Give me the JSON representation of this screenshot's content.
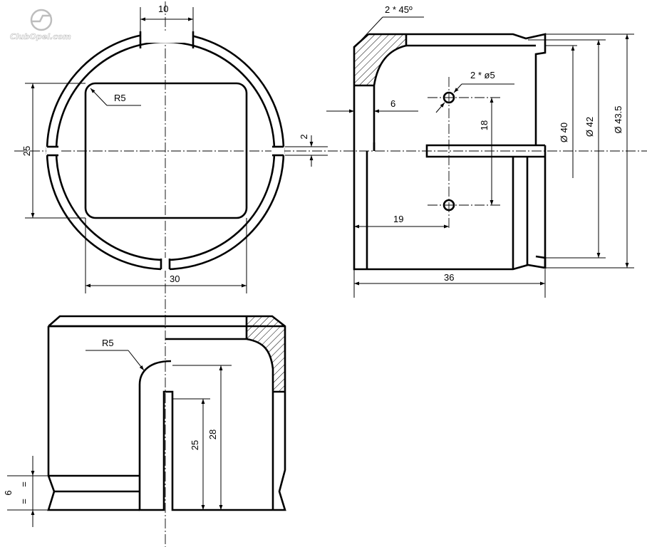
{
  "watermark": {
    "text": "ClubOpel.com"
  },
  "views": {
    "front": {
      "labels": {
        "top_width": "10",
        "inner_radius": "R5",
        "window_height": "25",
        "slot_width": "2",
        "window_width": "30"
      }
    },
    "side": {
      "labels": {
        "chamfer": "2 * 45º",
        "holes": "2 * ø5",
        "wall": "6",
        "hole_spacing": "18",
        "hole_offset": "19",
        "length": "36",
        "dia_inner": "Ø 40",
        "dia_mid": "Ø 42",
        "dia_outer": "Ø 43.5"
      }
    },
    "section": {
      "labels": {
        "radius": "R5",
        "slot_depth": "25",
        "slot_total": "28",
        "groove": "6",
        "equal_top": "=",
        "equal_bottom": "="
      }
    }
  }
}
